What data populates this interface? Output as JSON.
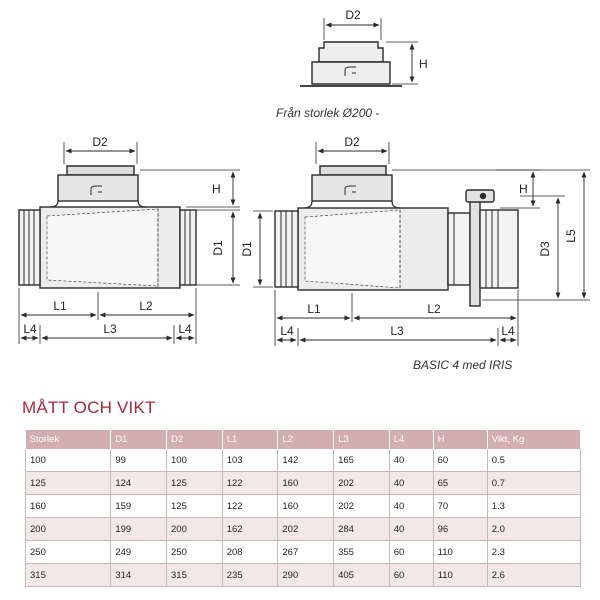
{
  "drawing": {
    "top_view": {
      "dims": {
        "d2": "D2",
        "h": "H"
      },
      "caption": "Från storlek Ø200 -"
    },
    "left_view": {
      "dims": {
        "d2": "D2",
        "h": "H",
        "d1": "D1",
        "l1": "L1",
        "l2": "L2",
        "l3": "L3",
        "l4_left": "L4",
        "l4_right": "L4"
      }
    },
    "right_view": {
      "dims": {
        "d2": "D2",
        "h": "H",
        "d1": "D1",
        "d3": "D3",
        "l5": "L5",
        "l1": "L1",
        "l2": "L2",
        "l3": "L3",
        "l4_left": "L4",
        "l4_right": "L4"
      },
      "caption": "BASIC 4 med IRIS"
    }
  },
  "table": {
    "title": "MÅTT OCH VIKT",
    "columns": [
      "Storlek",
      "D1",
      "D2",
      "L1",
      "L2",
      "L3",
      "L4",
      "H",
      "Vikt, Kg"
    ],
    "rows": [
      [
        "100",
        "99",
        "100",
        "103",
        "142",
        "165",
        "40",
        "60",
        "0.5"
      ],
      [
        "125",
        "124",
        "125",
        "122",
        "160",
        "202",
        "40",
        "65",
        "0.7"
      ],
      [
        "160",
        "159",
        "125",
        "122",
        "160",
        "202",
        "40",
        "70",
        "1.3"
      ],
      [
        "200",
        "199",
        "200",
        "162",
        "202",
        "284",
        "40",
        "96",
        "2.0"
      ],
      [
        "250",
        "249",
        "250",
        "208",
        "267",
        "355",
        "60",
        "110",
        "2.3"
      ],
      [
        "315",
        "314",
        "315",
        "235",
        "290",
        "405",
        "60",
        "110",
        "2.6"
      ]
    ]
  },
  "colors": {
    "title": "#a5283b",
    "header_bg": "#d3aeb0",
    "stripe_bg": "#f3e8e8",
    "body_shading": "#e9e9e9",
    "line": "#2a2a2a"
  }
}
